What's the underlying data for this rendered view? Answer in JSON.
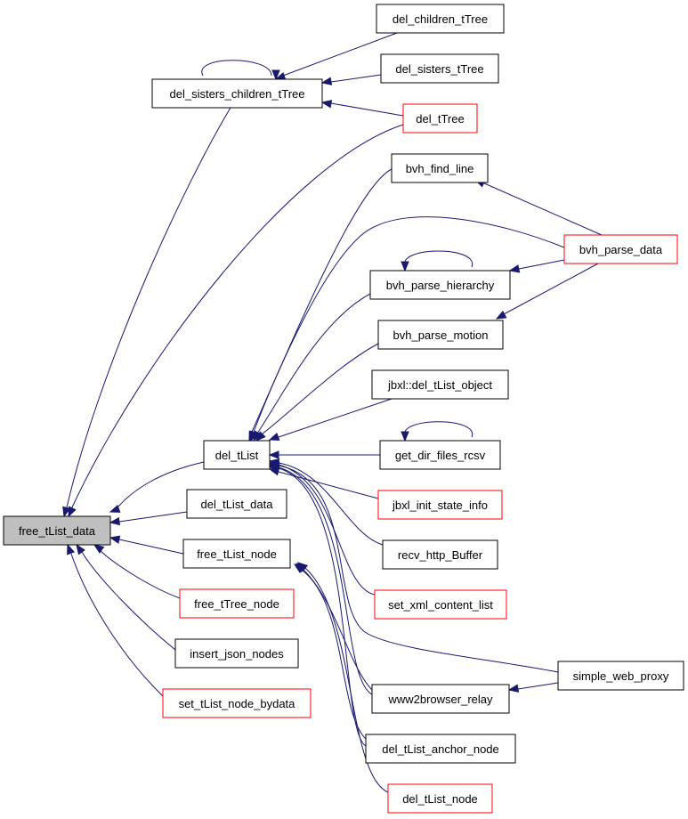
{
  "colors": {
    "edge": "#191970",
    "box_normal": "#000000",
    "box_truncated": "#ff0000",
    "root_fill": "#bfbfbf",
    "node_fill": "#ffffff"
  },
  "nodes": {
    "free_tList_data": {
      "label": "free_tList_data",
      "kind": "root"
    },
    "del_sisters_children_tTree": {
      "label": "del_sisters_children_tTree",
      "kind": "normal"
    },
    "del_children_tTree": {
      "label": "del_children_tTree",
      "kind": "normal"
    },
    "del_sisters_tTree": {
      "label": "del_sisters_tTree",
      "kind": "normal"
    },
    "del_tTree": {
      "label": "del_tTree",
      "kind": "truncated"
    },
    "bvh_find_line": {
      "label": "bvh_find_line",
      "kind": "normal"
    },
    "bvh_parse_data": {
      "label": "bvh_parse_data",
      "kind": "truncated"
    },
    "bvh_parse_hierarchy": {
      "label": "bvh_parse_hierarchy",
      "kind": "normal"
    },
    "bvh_parse_motion": {
      "label": "bvh_parse_motion",
      "kind": "normal"
    },
    "jbxl_del_tList_object": {
      "label": "jbxl::del_tList_object",
      "kind": "normal"
    },
    "del_tList": {
      "label": "del_tList",
      "kind": "normal"
    },
    "get_dir_files_rcsv": {
      "label": "get_dir_files_rcsv",
      "kind": "normal"
    },
    "jbxl_init_state_info": {
      "label": "jbxl_init_state_info",
      "kind": "truncated"
    },
    "del_tList_data": {
      "label": "del_tList_data",
      "kind": "normal"
    },
    "free_tList_node": {
      "label": "free_tList_node",
      "kind": "normal"
    },
    "recv_http_Buffer": {
      "label": "recv_http_Buffer",
      "kind": "normal"
    },
    "free_tTree_node": {
      "label": "free_tTree_node",
      "kind": "truncated"
    },
    "set_xml_content_list": {
      "label": "set_xml_content_list",
      "kind": "truncated"
    },
    "insert_json_nodes": {
      "label": "insert_json_nodes",
      "kind": "normal"
    },
    "simple_web_proxy": {
      "label": "simple_web_proxy",
      "kind": "normal"
    },
    "www2browser_relay": {
      "label": "www2browser_relay",
      "kind": "normal"
    },
    "set_tList_node_bydata": {
      "label": "set_tList_node_bydata",
      "kind": "truncated"
    },
    "del_tList_anchor_node": {
      "label": "del_tList_anchor_node",
      "kind": "normal"
    },
    "del_tList_node": {
      "label": "del_tList_node",
      "kind": "truncated"
    }
  }
}
